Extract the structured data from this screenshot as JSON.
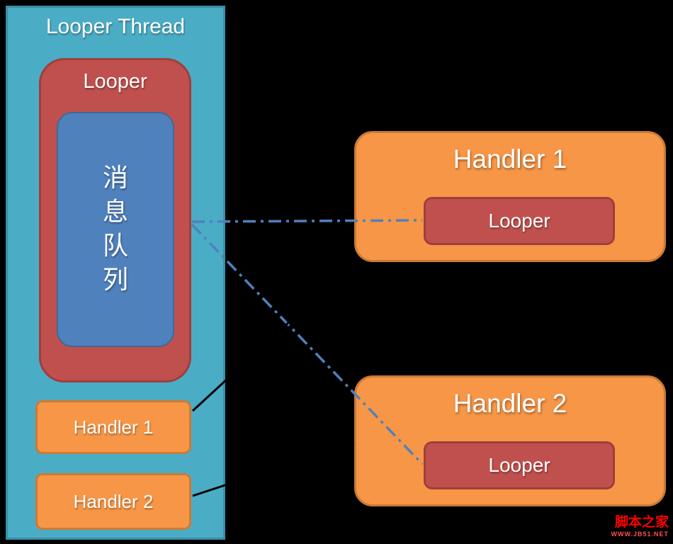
{
  "canvas": {
    "background": "#000000"
  },
  "thread": {
    "title": "Looper Thread",
    "fill": "#4BACC6",
    "border": "#3A8EA5"
  },
  "looper": {
    "label": "Looper",
    "fill": "#C0504D",
    "border": "#9E3F3D"
  },
  "queue": {
    "label": "消息队列",
    "chars": [
      "消",
      "息",
      "队",
      "列"
    ],
    "fill": "#4F81BD",
    "border": "#3D699C"
  },
  "left_handlers": [
    {
      "label": "Handler 1"
    },
    {
      "label": "Handler 2"
    }
  ],
  "right_handlers": [
    {
      "title": "Handler 1",
      "looper_label": "Looper"
    },
    {
      "title": "Handler 2",
      "looper_label": "Looper"
    }
  ],
  "links": {
    "dashdot_color": "#4F81BD",
    "solid_color": "#000000"
  },
  "handler_style": {
    "fill": "#F79646",
    "border": "#CA7B35"
  },
  "watermark": {
    "title": "脚本之家",
    "url": "WWW.JB51.NET"
  }
}
